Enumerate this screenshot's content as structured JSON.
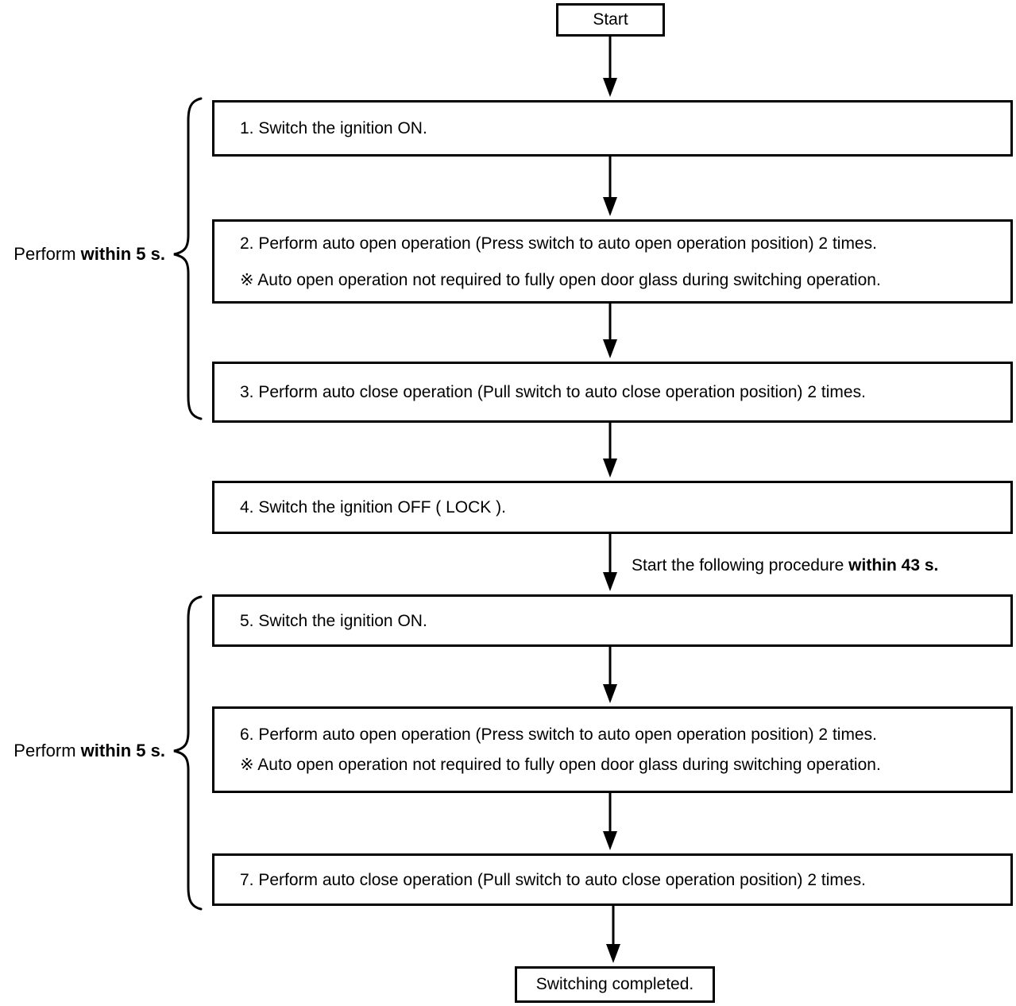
{
  "diagram": {
    "start_label": "Start",
    "end_label": "Switching completed.",
    "steps": [
      {
        "text": "1. Switch the ignition ON."
      },
      {
        "text": "2. Perform auto open operation (Press switch to auto open operation position) 2 times.",
        "note": "※ Auto open operation not required to fully open door glass during switching operation."
      },
      {
        "text": "3. Perform auto close operation (Pull switch to auto close operation position) 2 times."
      },
      {
        "text": "4. Switch the ignition OFF ( LOCK )."
      },
      {
        "text": "5. Switch the ignition ON."
      },
      {
        "text": "6. Perform auto open operation (Press switch to auto open operation position) 2 times.",
        "note": "※ Auto open operation not required to fully open door glass during switching operation."
      },
      {
        "text": "7. Perform auto close operation (Pull switch to auto close operation position) 2 times."
      }
    ],
    "annotations": {
      "brace1_label_normal": "Perform ",
      "brace1_label_bold": "within 5 s.",
      "brace2_label_normal": "Perform ",
      "brace2_label_bold": "within 5 s.",
      "arrow_note_normal": "Start the following procedure ",
      "arrow_note_bold": "within 43 s."
    },
    "colors": {
      "line": "#000000",
      "background": "#ffffff"
    }
  }
}
